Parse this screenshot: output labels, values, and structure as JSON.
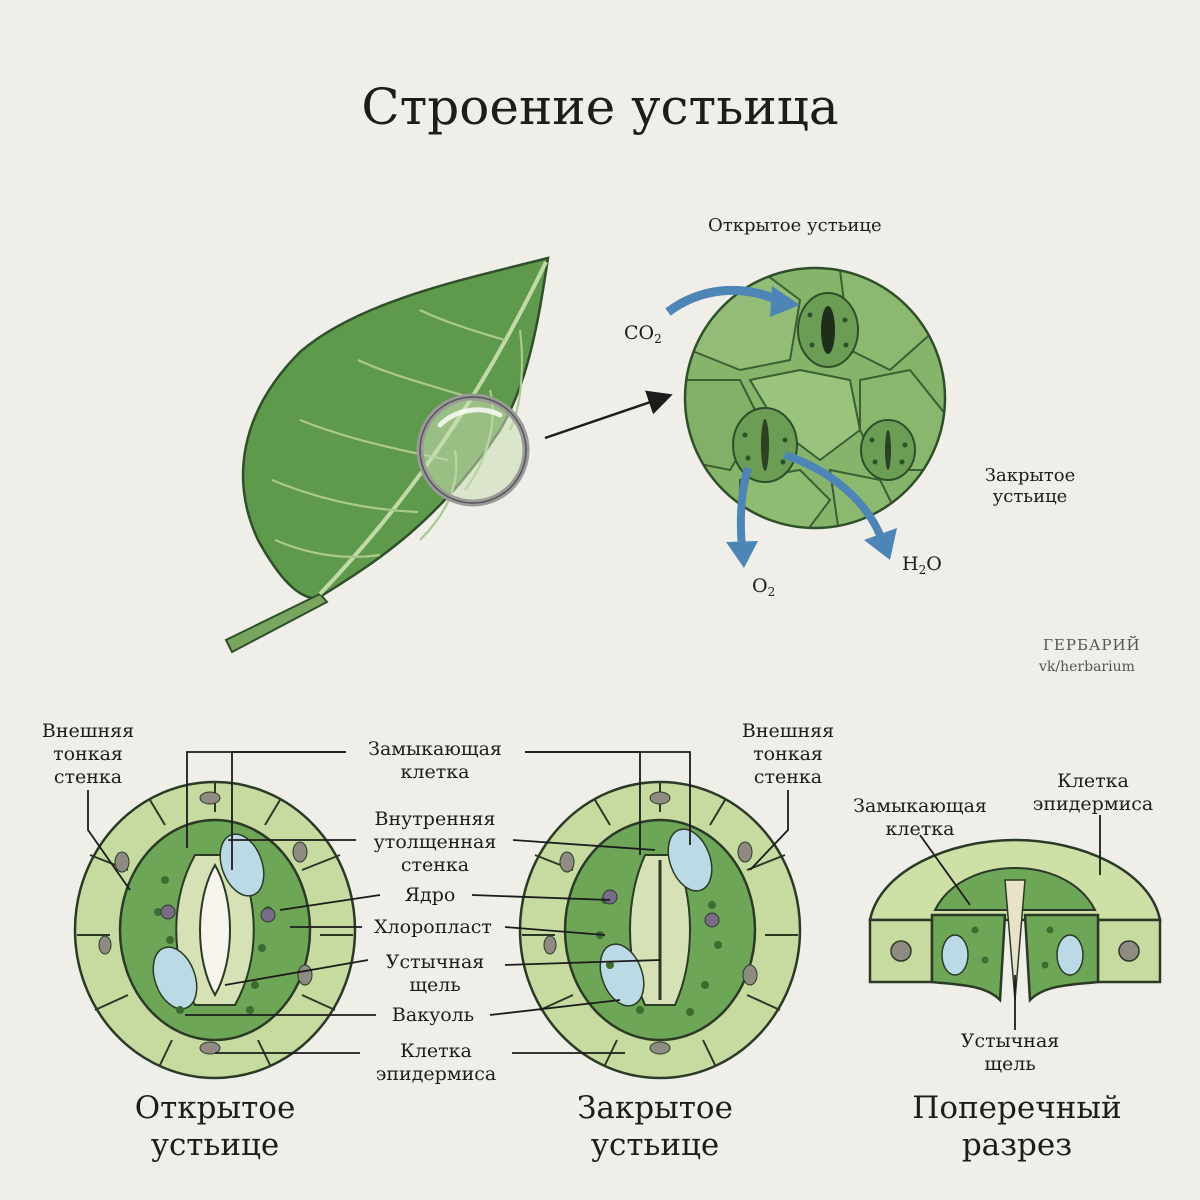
{
  "title": "Строение устьица",
  "top": {
    "open_label": "Открытое устьице",
    "closed_label": [
      "Закрытое",
      "устьице"
    ],
    "co2": {
      "base": "CO",
      "sub": "2"
    },
    "o2": {
      "base": "O",
      "sub": "2"
    },
    "h2o": {
      "pre": "H",
      "sub": "2",
      "post": "O"
    }
  },
  "brand": {
    "name": "ГЕРБАРИЙ",
    "url": "vk/herbarium"
  },
  "labels": {
    "outer_wall": [
      "Внешняя",
      "тонкая",
      "стенка"
    ],
    "guard_cell": [
      "Замыкающая",
      "клетка"
    ],
    "inner_wall": [
      "Внутренняя",
      "утолщенная",
      "стенка"
    ],
    "nucleus": "Ядро",
    "chloroplast": "Хлоропласт",
    "pore": [
      "Устычная",
      "щель"
    ],
    "vacuole": "Вакуоль",
    "epidermis": [
      "Клетка",
      "эпидермиса"
    ]
  },
  "section_labels": {
    "guard_cell": [
      "Замыкающая",
      "клетка"
    ],
    "epidermis": [
      "Клетка",
      "эпидермиса"
    ],
    "pore": [
      "Устычная",
      "щель"
    ]
  },
  "captions": {
    "open": [
      "Открытое",
      "устьице"
    ],
    "closed": [
      "Закрытое",
      "устьице"
    ],
    "section": [
      "Поперечный",
      "разрез"
    ]
  },
  "colors": {
    "background": "#efeee9",
    "leaf": "#5f9a4c",
    "epidermis_cell": "#cfe0a6",
    "guard_cell": "#6ea657",
    "vacuole": "#bcd9e6",
    "arrow": "#4d86b6"
  }
}
